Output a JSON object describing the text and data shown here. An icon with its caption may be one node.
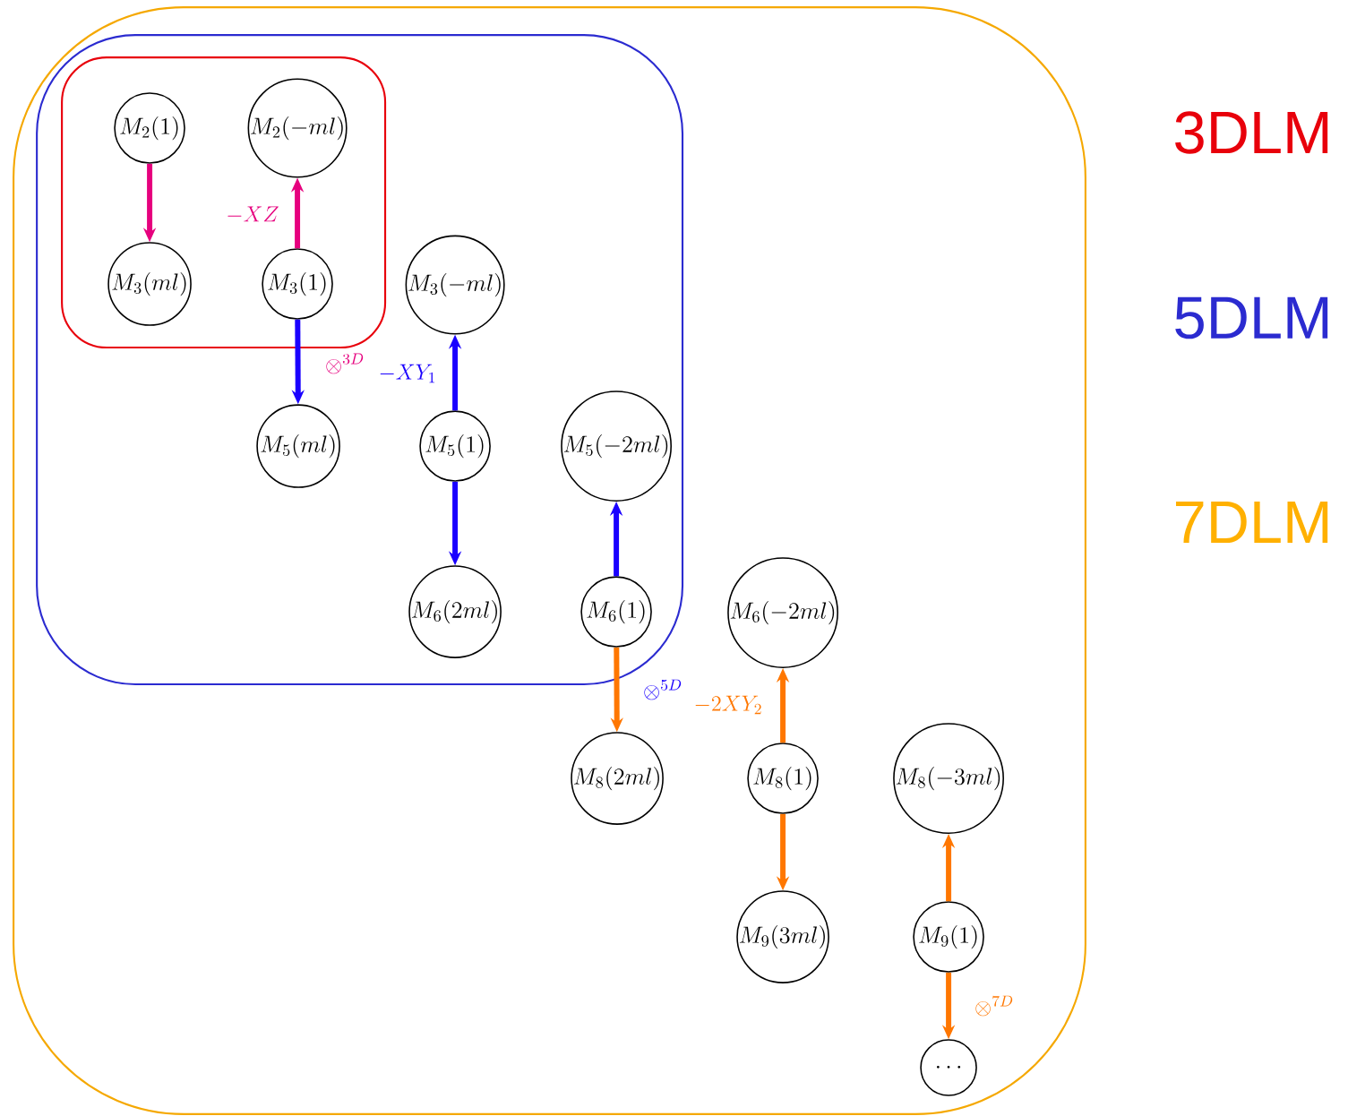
{
  "diagram": {
    "nodes": [
      {
        "text": [],
        "shape": "box"
      },
      {
        "text": [],
        "shape": "box",
        "in": 0
      },
      {
        "text": [],
        "shape": "box",
        "in": 1
      },
      {
        "text": [
          "M_2(1)"
        ],
        "in": 2
      },
      {
        "text": [
          "M_2(-ml)"
        ],
        "in": 2
      },
      {
        "text": [
          "M_3(ml)"
        ],
        "in": 2
      },
      {
        "text": [
          "M_3(1)"
        ],
        "in": 2
      },
      {
        "text": [
          "M_3(-ml)"
        ],
        "in": 1
      },
      {
        "text": [
          "M_5(ml)"
        ],
        "in": 1
      },
      {
        "text": [
          "M_5(1)"
        ],
        "in": 1
      },
      {
        "text": [
          "M_5(-2ml)"
        ],
        "in": 1
      },
      {
        "text": [
          "M_6(2ml)"
        ],
        "in": 1
      },
      {
        "text": [
          "M_6(1)"
        ],
        "in": 1
      },
      {
        "text": [
          "M_6(-2ml)"
        ],
        "in": 0
      },
      {
        "text": [
          "M_8(2ml)"
        ],
        "in": 0
      },
      {
        "text": [
          "M_8(1)"
        ],
        "in": 0
      },
      {
        "text": [
          "M_8(-3ml)"
        ],
        "in": 0
      },
      {
        "text": [
          "M_9(3ml)"
        ],
        "in": 0
      },
      {
        "text": [
          "M_9(1)"
        ],
        "in": 0
      },
      {
        "text": [
          "\\cdots"
        ],
        "in": 0
      }
    ],
    "edges": [
      {
        "from": 3,
        "to": 5,
        "arrow": "to",
        "color": "#e6007e"
      },
      {
        "from": 6,
        "to": 4,
        "arrow": "to",
        "color": "#e6007e",
        "label": "-XZ"
      },
      {
        "from": 6,
        "to": 8,
        "arrow": "to",
        "color": "#1a00ff",
        "label": "\\otimes^{3D}"
      },
      {
        "from": 9,
        "to": 7,
        "arrow": "to",
        "color": "#1a00ff",
        "label": "-XY_1"
      },
      {
        "from": 9,
        "to": 11,
        "arrow": "to",
        "color": "#1a00ff"
      },
      {
        "from": 12,
        "to": 10,
        "arrow": "to",
        "color": "#1a00ff"
      },
      {
        "from": 12,
        "to": 14,
        "arrow": "to",
        "color": "#ff7700",
        "label": "\\otimes^{5D}"
      },
      {
        "from": 15,
        "to": 13,
        "arrow": "to",
        "color": "#ff7700",
        "label": "-2XY_2"
      },
      {
        "from": 15,
        "to": 17,
        "arrow": "to",
        "color": "#ff7700"
      },
      {
        "from": 18,
        "to": 16,
        "arrow": "to",
        "color": "#ff7700"
      },
      {
        "from": 18,
        "to": 19,
        "arrow": "to",
        "color": "#ff7700",
        "label": "\\otimes^{7D}"
      }
    ],
    "labels": [
      "3DLM",
      "5DLM",
      "7DLM"
    ]
  }
}
